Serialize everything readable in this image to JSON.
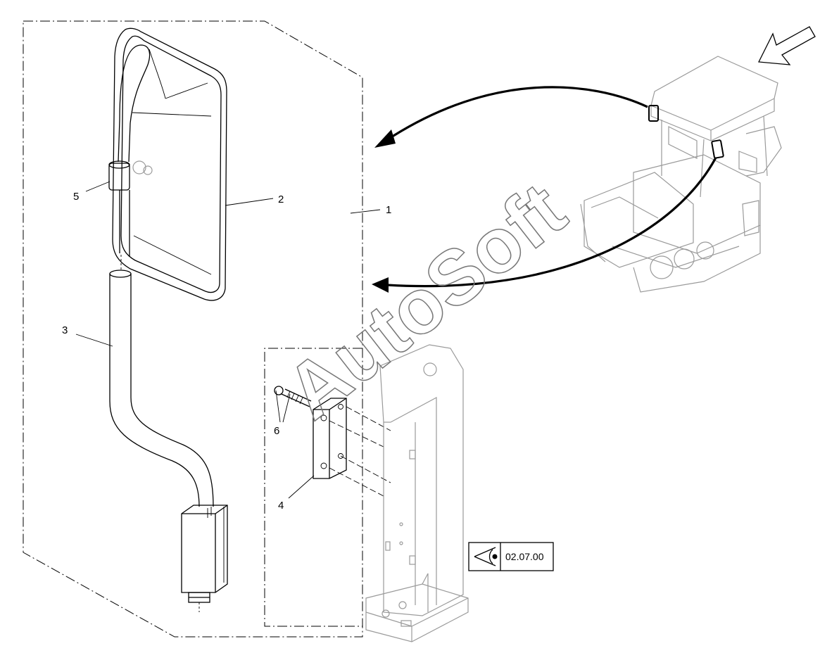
{
  "callouts": {
    "c1": "1",
    "c2": "2",
    "c3": "3",
    "c4": "4",
    "c5": "5",
    "c6": "6"
  },
  "reference": {
    "label": "02.07.00",
    "icon": "eye-icon"
  },
  "watermark": "AutoSoft"
}
